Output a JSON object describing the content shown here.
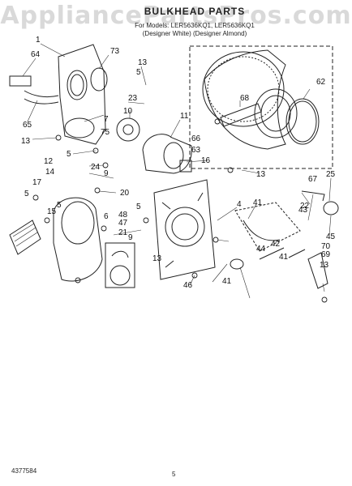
{
  "watermark": "AppliancePartsPros.com",
  "header": {
    "title": "BULKHEAD PARTS",
    "line1": "For Models: LER5636KQ1, LER5636KQ1",
    "line2": "(Designer White)  (Designer Almond)"
  },
  "footer": {
    "doc_code": "4377584",
    "page_number": "5"
  },
  "callouts": [
    "1",
    "64",
    "65",
    "13",
    "73",
    "13",
    "5",
    "23",
    "10",
    "7",
    "75",
    "11",
    "68",
    "62",
    "66",
    "63",
    "5",
    "24",
    "9",
    "20",
    "12",
    "14",
    "17",
    "5",
    "15",
    "5",
    "6",
    "47",
    "48",
    "21",
    "5",
    "16",
    "13",
    "4",
    "41",
    "22",
    "43",
    "25",
    "45",
    "44",
    "42",
    "41",
    "70",
    "69",
    "13",
    "9",
    "13",
    "46",
    "41",
    "67"
  ]
}
